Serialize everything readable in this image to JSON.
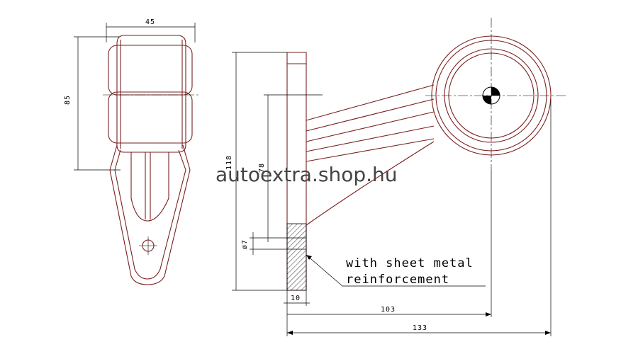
{
  "dimensions": {
    "width_front": "45",
    "height_front": "85",
    "total_height": "118",
    "inner_height": "78",
    "hole_diameter": "ø7",
    "base_thickness": "10",
    "offset_center": "103",
    "total_length": "133"
  },
  "annotation": {
    "line1": "with sheet metal",
    "line2": "reinforcement"
  },
  "watermark": "autoextra.shop.hu",
  "colors": {
    "outline": "#7a1f1f",
    "dimension": "#000000",
    "background": "#ffffff"
  }
}
